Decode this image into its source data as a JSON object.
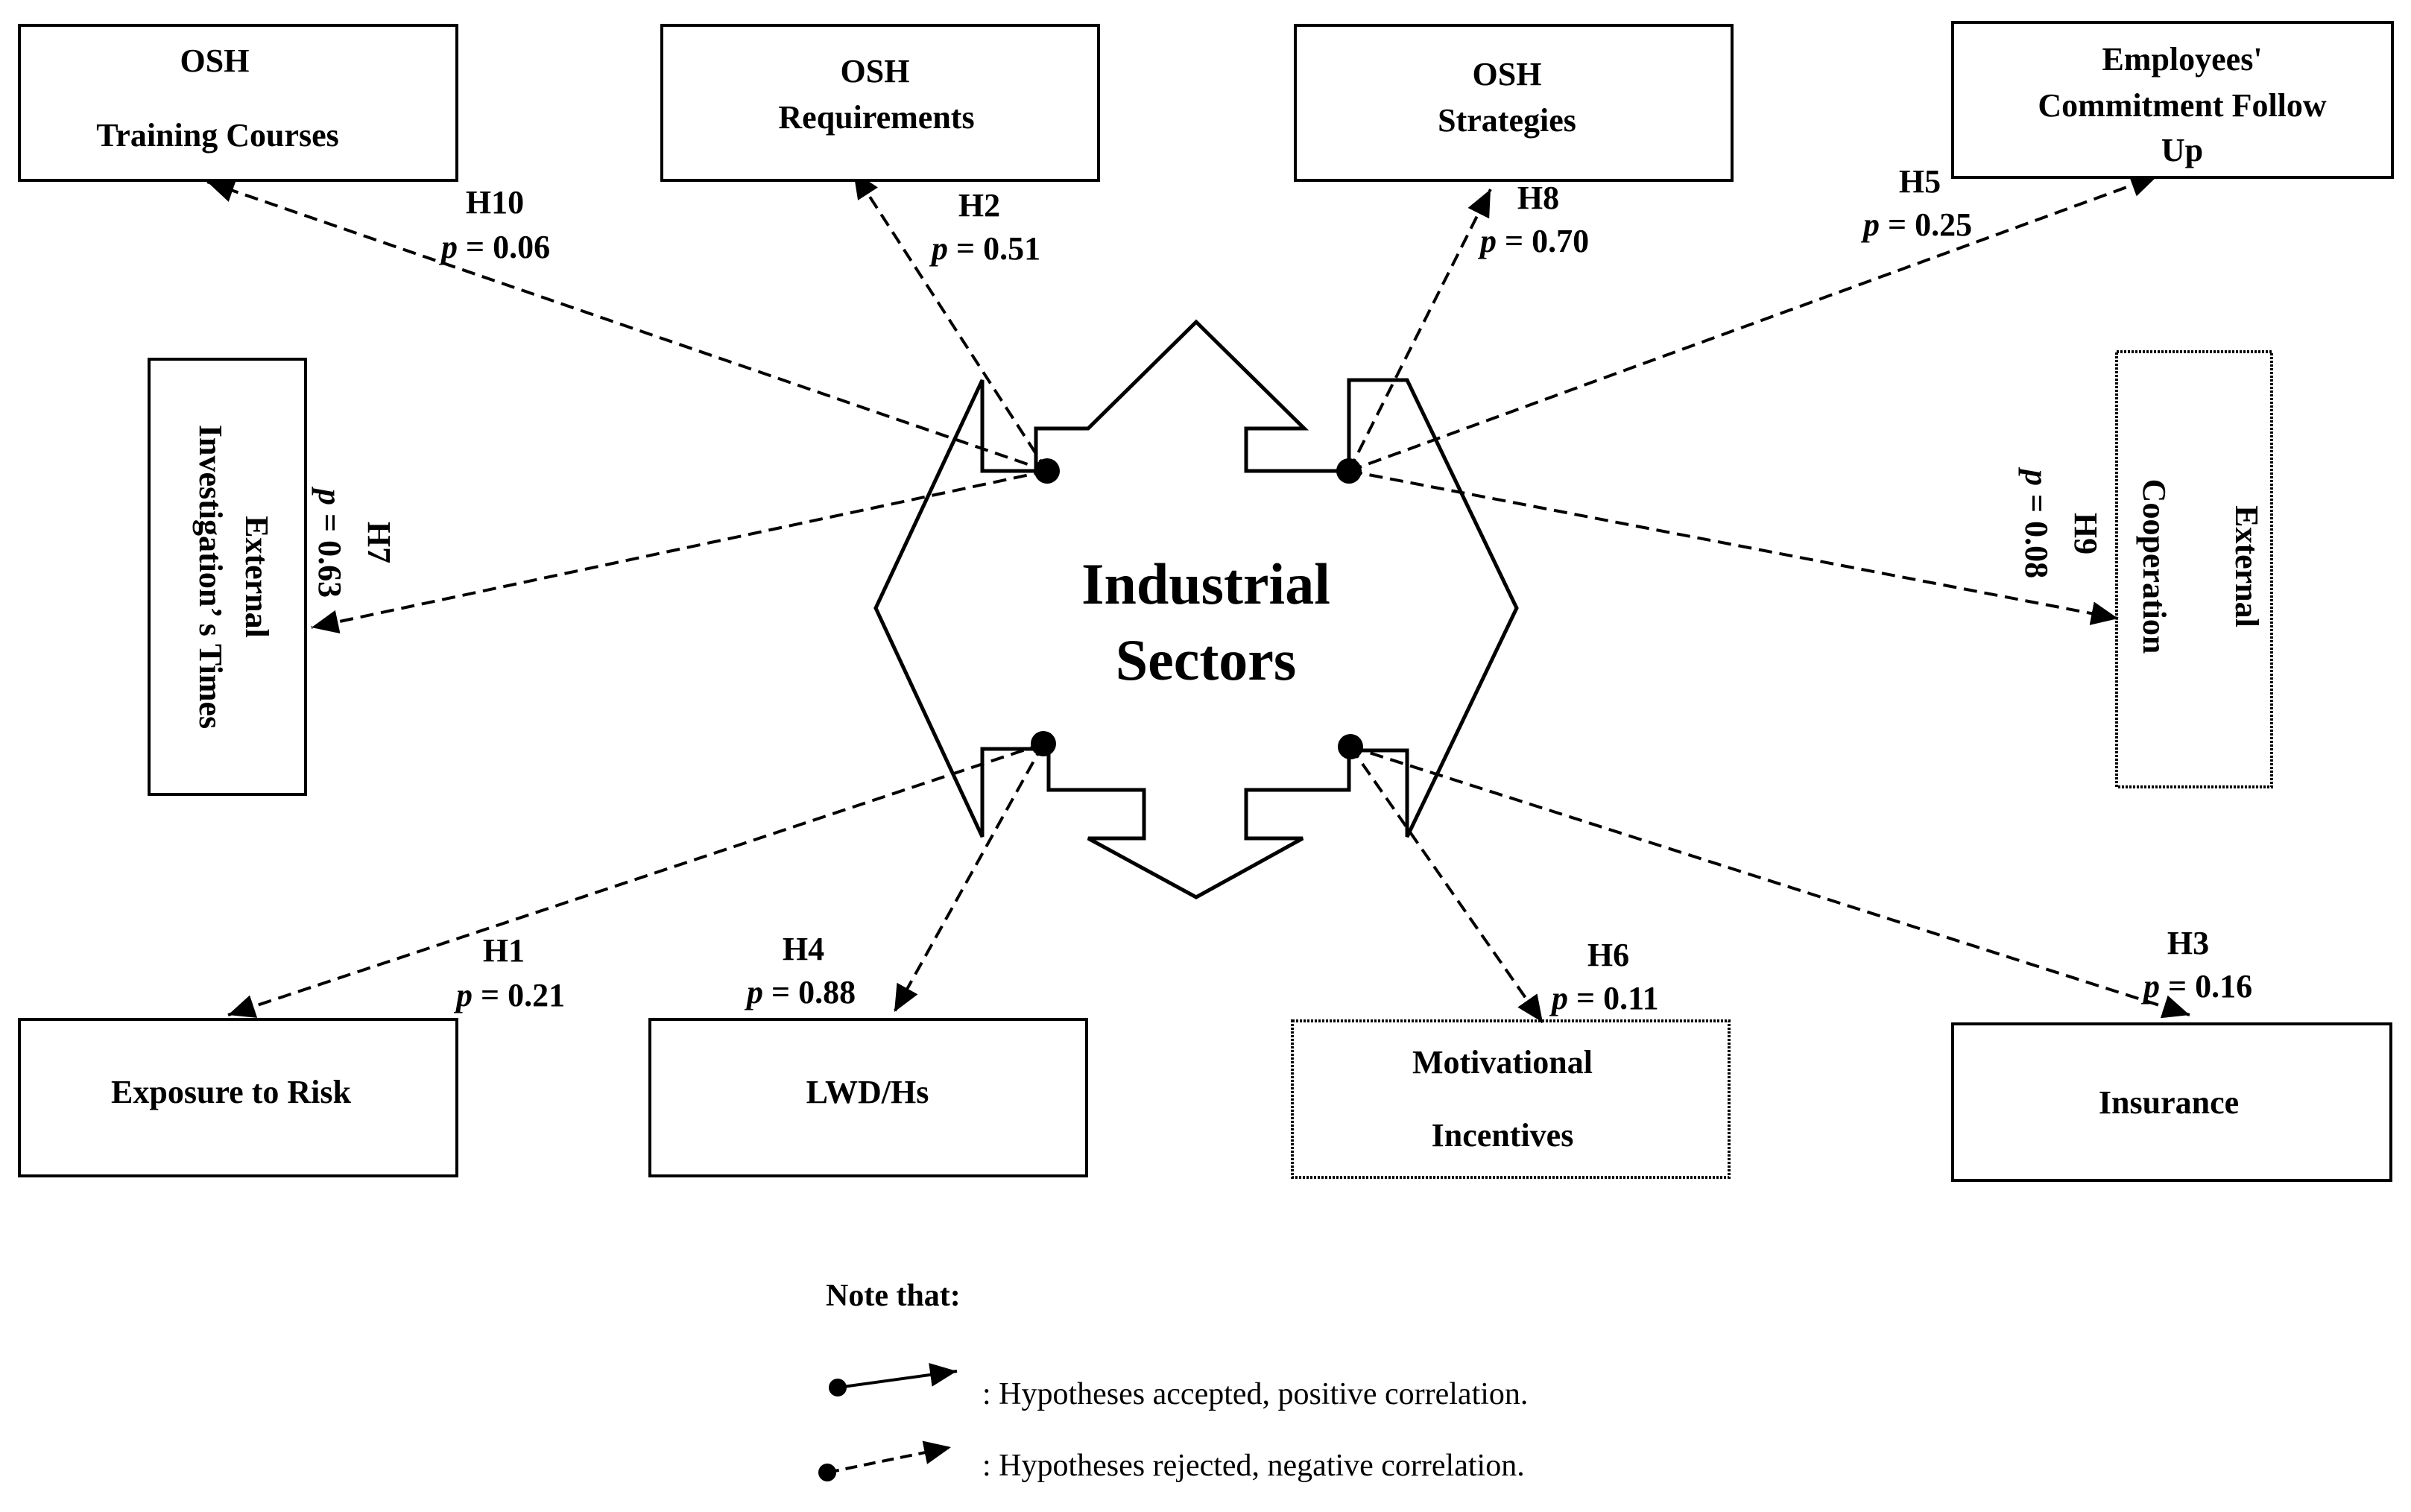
{
  "center": {
    "line1": "Industrial",
    "line2": "Sectors"
  },
  "boxes": {
    "training": {
      "line1": "OSH",
      "line2": "Training Courses"
    },
    "requirements": {
      "line1": "OSH",
      "line2": "Requirements"
    },
    "strategies": {
      "line1": "OSH",
      "line2": "Strategies"
    },
    "commitment": {
      "line1": "Employees'",
      "line2": "Commitment Follow",
      "line3": "Up"
    },
    "investigation": {
      "line1": "External",
      "line2": "Investigation’ s Times"
    },
    "cooperation": {
      "line1": "External",
      "line2": "Cooperation"
    },
    "exposure": {
      "line1": "Exposure to Risk"
    },
    "lwd": {
      "line1": "LWD/Hs"
    },
    "motivational": {
      "line1": "Motivational",
      "line2": "Incentives"
    },
    "insurance": {
      "line1": "Insurance"
    }
  },
  "hypotheses": {
    "h10": {
      "id": "H10",
      "p_label": "p",
      "p_value": " = 0.06"
    },
    "h2": {
      "id": "H2",
      "p_label": "p",
      "p_value": " = 0.51"
    },
    "h8": {
      "id": "H8",
      "p_label": "p",
      "p_value": " = 0.70"
    },
    "h5": {
      "id": "H5",
      "p_label": "p",
      "p_value": " = 0.25"
    },
    "h7": {
      "id": "H7",
      "p_label": "p",
      "p_value": " = 0.63"
    },
    "h9": {
      "id": "H9",
      "p_label": "p",
      "p_value": " = 0.08"
    },
    "h1": {
      "id": "H1",
      "p_label": "p",
      "p_value": " = 0.21"
    },
    "h4": {
      "id": "H4",
      "p_label": "p",
      "p_value": " = 0.88"
    },
    "h6": {
      "id": "H6",
      "p_label": "p",
      "p_value": " = 0.11"
    },
    "h3": {
      "id": "H3",
      "p_label": "p",
      "p_value": " = 0.16"
    }
  },
  "note": {
    "title": "Note that:",
    "accepted": ": Hypotheses accepted, positive correlation.",
    "rejected": ": Hypotheses rejected, negative correlation."
  }
}
